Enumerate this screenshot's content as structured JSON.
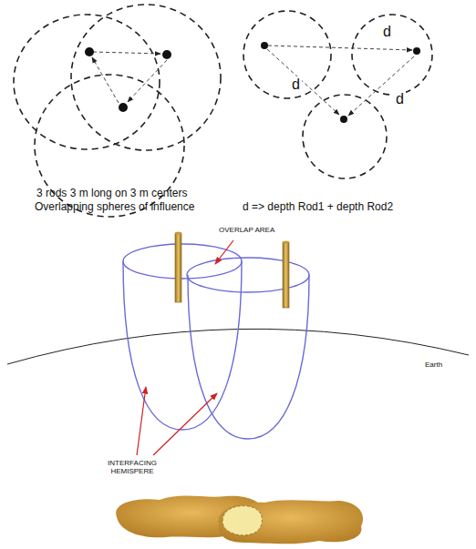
{
  "diagram": {
    "labels": [
      "3 rods 3 m long on 3 m centers",
      "Overlapping spheres of influence",
      "d",
      "d",
      "d",
      "d => depth Rod1 + depth Rod2",
      "OVERLAP AREA",
      "Earth",
      "INTERFACING HEMISPERE"
    ]
  }
}
